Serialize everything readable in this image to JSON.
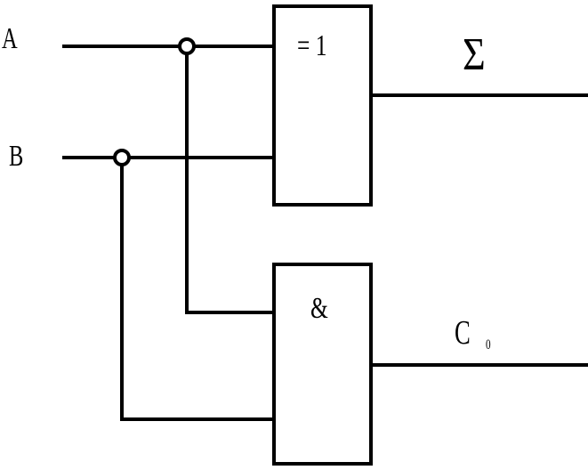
{
  "inputs": {
    "a_label": "A",
    "b_label": "B"
  },
  "gates": {
    "xor_symbol": "= 1",
    "and_symbol": "&"
  },
  "outputs": {
    "sum_label": "Σ",
    "carry_label": "C",
    "carry_subscript": "0"
  },
  "colors": {
    "line": "#000000",
    "background": "#ffffff"
  }
}
